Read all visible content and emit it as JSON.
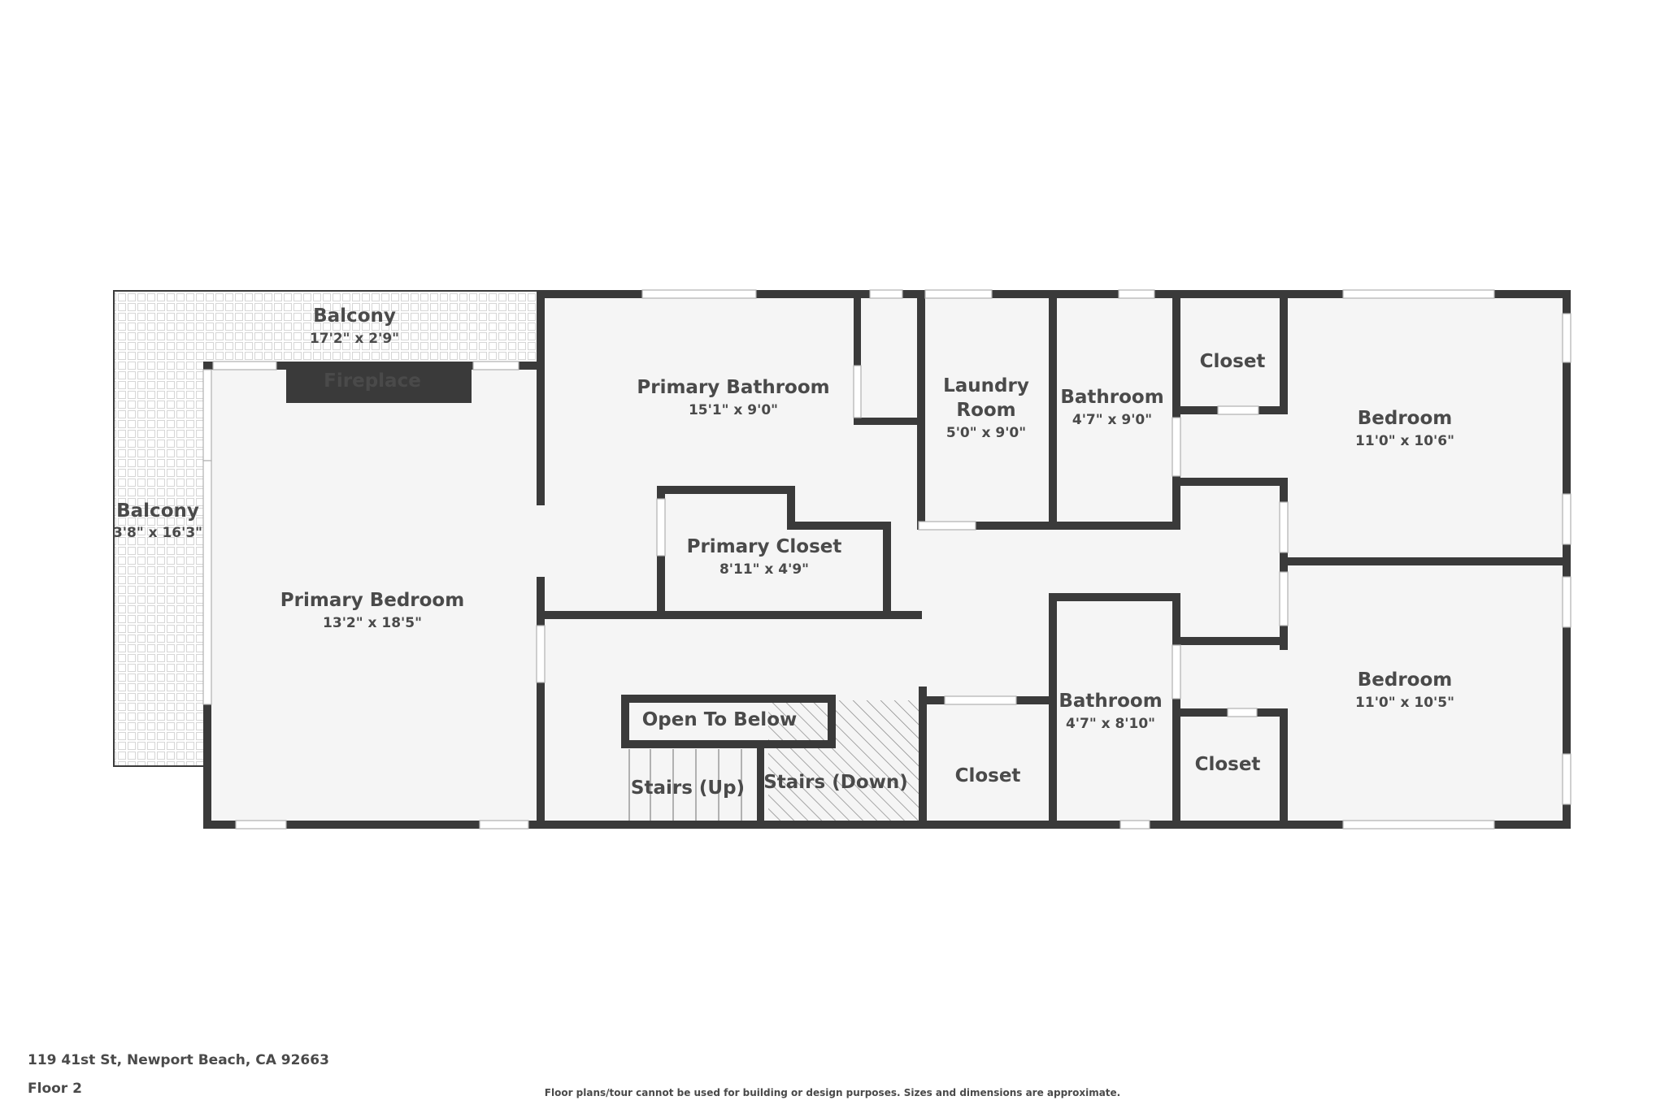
{
  "rooms": {
    "balcony_top": {
      "name": "Balcony",
      "dims": "17'2\" x 2'9\""
    },
    "balcony_side": {
      "name": "Balcony",
      "dims": "3'8\" x 16'3\""
    },
    "fireplace": {
      "name": "Fireplace"
    },
    "primary_bedroom": {
      "name": "Primary Bedroom",
      "dims": "13'2\" x 18'5\""
    },
    "primary_bathroom": {
      "name": "Primary Bathroom",
      "dims": "15'1\" x 9'0\""
    },
    "laundry_room": {
      "name1": "Laundry",
      "name2": "Room",
      "dims": "5'0\" x 9'0\""
    },
    "bathroom_upper": {
      "name": "Bathroom",
      "dims": "4'7\" x 9'0\""
    },
    "closet_upper": {
      "name": "Closet"
    },
    "bedroom_upper": {
      "name": "Bedroom",
      "dims": "11'0\" x 10'6\""
    },
    "primary_closet": {
      "name": "Primary Closet",
      "dims": "8'11\" x 4'9\""
    },
    "open_to_below": {
      "name": "Open To Below"
    },
    "stairs_up": {
      "name": "Stairs (Up)"
    },
    "stairs_down": {
      "name": "Stairs (Down)"
    },
    "closet_lower": {
      "name": "Closet"
    },
    "bathroom_lower": {
      "name": "Bathroom",
      "dims": "4'7\" x 8'10\""
    },
    "closet_lower_right": {
      "name": "Closet"
    },
    "bedroom_lower": {
      "name": "Bedroom",
      "dims": "11'0\" x 10'5\""
    }
  },
  "footer": {
    "address": "119 41st St, Newport Beach, CA 92663",
    "floor": "Floor 2",
    "disclaimer": "Floor plans/tour cannot be used for building or design purposes. Sizes and dimensions are approximate."
  },
  "colors": {
    "wall": "#3a3a3a",
    "floor": "#f5f5f5",
    "text": "#4a4a4a",
    "window": "#ffffff"
  }
}
